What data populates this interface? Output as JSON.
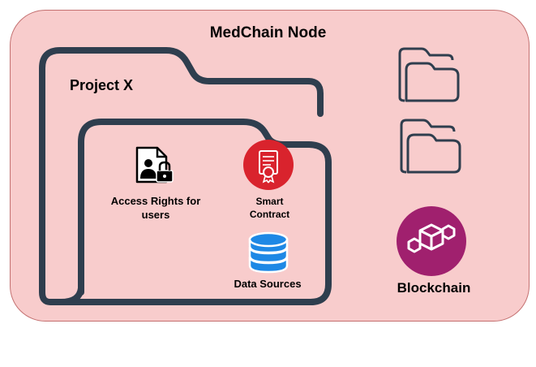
{
  "node": {
    "title": "MedChain Node"
  },
  "project": {
    "title": "Project X"
  },
  "items": {
    "access_rights": {
      "label": "Access Rights for users",
      "icon": "user-lock-icon"
    },
    "smart_contract": {
      "label": "Smart Contract",
      "icon": "certificate-icon",
      "color": "#d9232d"
    },
    "data_sources": {
      "label": "Data Sources",
      "icon": "database-icon",
      "color": "#1e88e5"
    },
    "blockchain": {
      "label": "Blockchain",
      "icon": "blockchain-cubes-icon",
      "color": "#a0206e"
    }
  },
  "colors": {
    "node_fill": "#f8cccc",
    "folder_stroke": "#2f3e4e"
  }
}
